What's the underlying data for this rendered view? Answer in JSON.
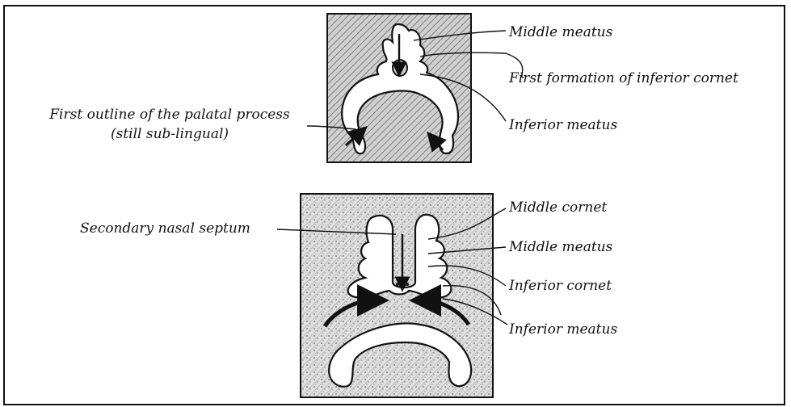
{
  "figure": {
    "top_panel": {
      "labels": {
        "middle_meatus": "Middle meatus",
        "first_formation": "First formation of inferior cornet",
        "inferior_meatus": "Inferior meatus",
        "palatal_line1": "First outline of the palatal process",
        "palatal_line2": "(still sub-lingual)"
      }
    },
    "bottom_panel": {
      "labels": {
        "septum": "Secondary nasal septum",
        "middle_cornet": "Middle cornet",
        "middle_meatus": "Middle meatus",
        "inferior_cornet": "Inferior cornet",
        "inferior_meatus": "Inferior meatus"
      }
    }
  },
  "colors": {
    "ink": "#111111",
    "hatch_bg": "#d6d6d6",
    "cavity": "#ffffff",
    "frame": "#111111"
  }
}
